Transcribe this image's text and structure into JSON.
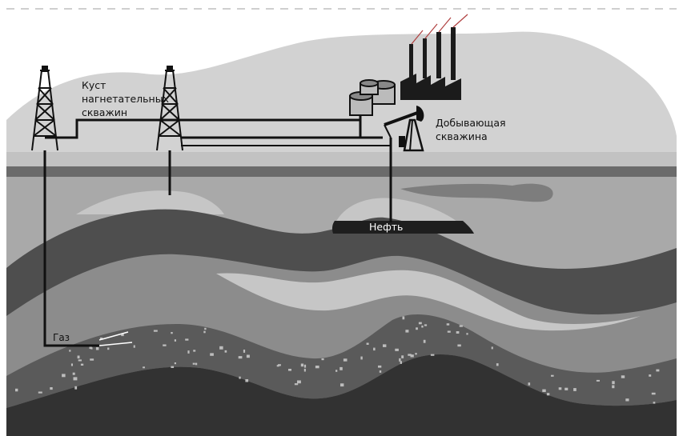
{
  "labels": {
    "injection_cluster_line1": "Куст",
    "injection_cluster_line2": "нагнетательных",
    "injection_cluster_line3": "скважин",
    "production_well_line1": "Добывающая",
    "production_well_line2": "скважина",
    "oil": "Нефть",
    "gas": "Газ"
  },
  "colors": {
    "sky_hill": "#d2d2d2",
    "ground_surface": "#c2c2c2",
    "surface_band": "#6b6b6b",
    "upper_rock": "#a9a9a9",
    "dark_layer": "#4e4e4e",
    "mid_layer": "#8c8c8c",
    "light_layer": "#c6c6c6",
    "gravel_layer": "#5a5a5a",
    "gravel_dots": "#bdbdbd",
    "bottom_rock": "#323232",
    "pipes": "#111111",
    "oil_band": "#1e1e1e",
    "oil_text": "#ffffff"
  },
  "icons": [
    "derrick-icon",
    "derrick-icon",
    "oil-tanks-icon",
    "factory-icon",
    "pumpjack-icon"
  ]
}
